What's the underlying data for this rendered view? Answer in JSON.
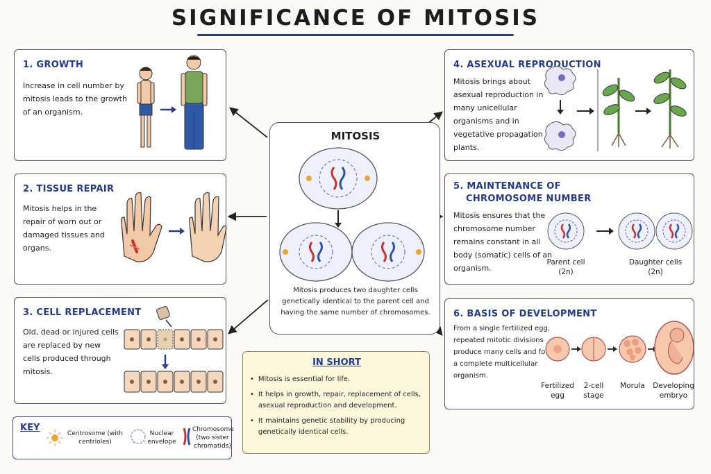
{
  "title": "SIGNIFICANCE OF MITOSIS",
  "center": {
    "heading": "MITOSIS",
    "text": "Mitosis produces two daughter cells genetically identical to the parent cell and having the same number of chromosomes."
  },
  "cards": {
    "growth": {
      "title": "1. GROWTH",
      "text": "Increase in cell number by mitosis leads to the growth of an organism."
    },
    "tissue_repair": {
      "title": "2. TISSUE REPAIR",
      "text": "Mitosis helps in the repair of worn out or damaged tissues and organs."
    },
    "cell_replacement": {
      "title": "3. CELL REPLACEMENT",
      "text": "Old, dead or injured cells are replaced by new cells produced through mitosis."
    },
    "asexual": {
      "title": "4. ASEXUAL REPRODUCTION",
      "text": "Mitosis brings about asexual reproduction in many unicellular organisms and in vegetative propagation in plants."
    },
    "chromosome_number": {
      "title_line1": "5. MAINTENANCE OF",
      "title_line2": "CHROMOSOME NUMBER",
      "text": "Mitosis ensures that the chromosome number remains constant in all body (somatic) cells of an organism.",
      "parent_label": "Parent cell",
      "parent_ploidy": "(2n)",
      "daughter_label": "Daughter cells",
      "daughter_ploidy": "(2n)"
    },
    "development": {
      "title": "6. BASIS OF DEVELOPMENT",
      "text": "From a single fertilized egg, repeated mitotic divisions produce many cells and form a complete multicellular organism.",
      "stages": [
        "Fertilized egg",
        "2-cell stage",
        "Morula",
        "Developing embryo"
      ]
    }
  },
  "in_short": {
    "heading": "IN SHORT",
    "points": [
      "Mitosis is essential for life.",
      "It helps in growth, repair, replacement of cells, asexual reproduction and development.",
      "It maintains genetic stability by producing genetically identical cells."
    ]
  },
  "key": {
    "heading": "KEY",
    "items": [
      {
        "label": "Centrosome (with centrioles)",
        "icon": "centrosome-icon"
      },
      {
        "label": "Nuclear envelope",
        "icon": "nuclear-envelope-icon"
      },
      {
        "label": "Chromosome (two sister chromatids)",
        "icon": "chromosome-icon"
      }
    ]
  },
  "colors": {
    "heading_blue": "#233a8f",
    "chromosome_red": "#c9302c",
    "chromosome_blue": "#2d4fb0",
    "cell_fill": "#eef0fb",
    "short_bg": "#fdf8dc"
  }
}
